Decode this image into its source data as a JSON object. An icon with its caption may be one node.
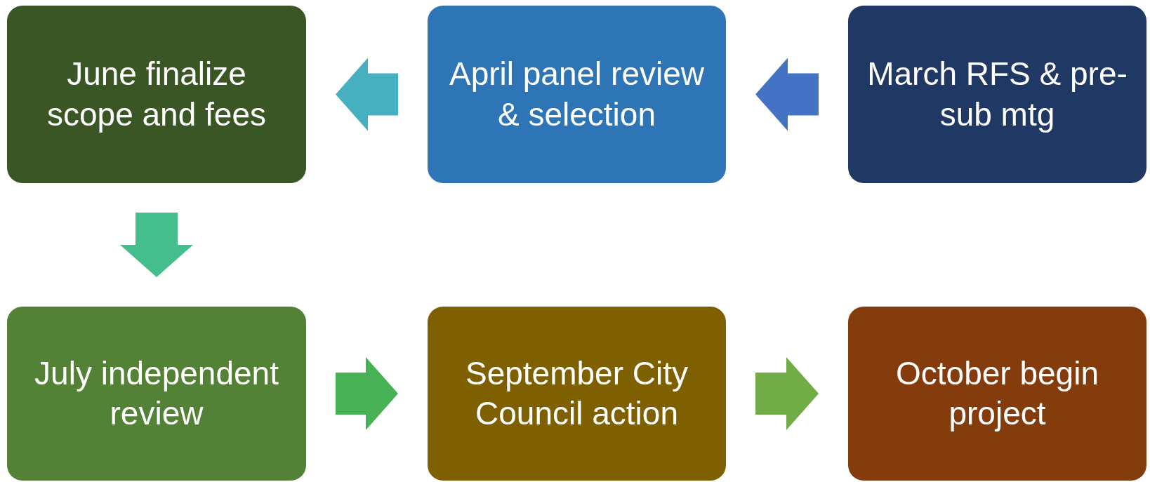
{
  "diagram": {
    "nodes": [
      {
        "text": [
          "June finalize scope and fees"
        ]
      },
      {
        "text": [
          "April panel review & selection"
        ]
      },
      {
        "text": [
          "March RFS & pre-sub mtg"
        ]
      },
      {
        "text": [
          "July independent review"
        ]
      },
      {
        "text": [
          "September City Council action"
        ]
      },
      {
        "text": [
          "October begin project"
        ]
      }
    ],
    "edges": [
      {
        "from": 2,
        "to": 1,
        "arrow": "to",
        "color": "#4472c4"
      },
      {
        "from": 1,
        "to": 0,
        "arrow": "to",
        "color": "#46afc0"
      },
      {
        "from": 0,
        "to": 3,
        "arrow": "to",
        "color": "#45be8e"
      },
      {
        "from": 3,
        "to": 4,
        "arrow": "to",
        "color": "#46b155"
      },
      {
        "from": 4,
        "to": 5,
        "arrow": "to",
        "color": "#70ad47"
      }
    ]
  }
}
